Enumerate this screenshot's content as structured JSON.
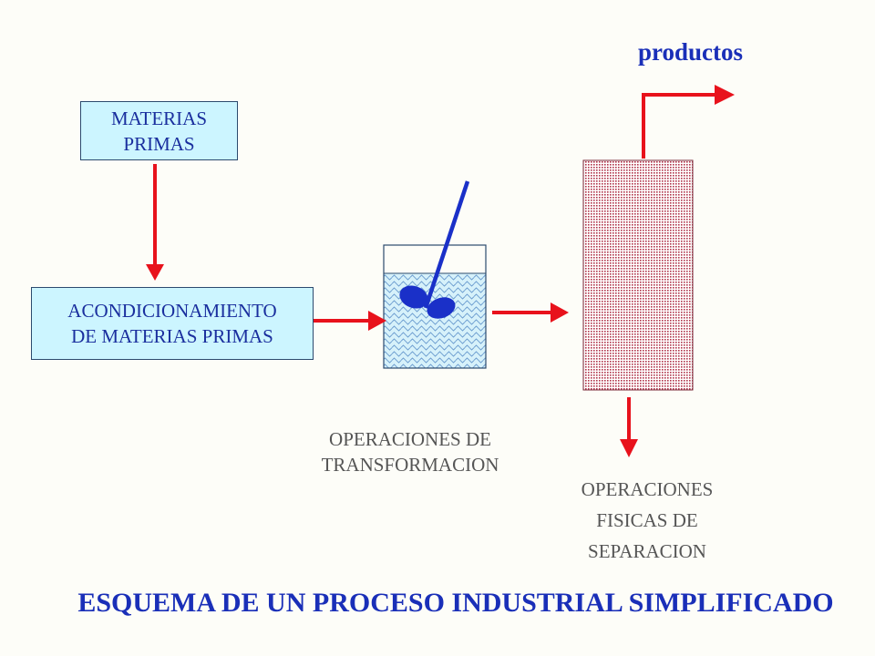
{
  "diagram": {
    "raw_materials_box": [
      "MATERIAS",
      "PRIMAS"
    ],
    "conditioning_box": [
      "ACONDICIONAMIENTO",
      "DE MATERIAS PRIMAS"
    ],
    "transformation_label": [
      "OPERACIONES DE",
      "TRANSFORMACION"
    ],
    "separation_label": [
      "OPERACIONES",
      "FISICAS DE",
      "SEPARACION"
    ],
    "products_label": "productos",
    "title": "ESQUEMA DE UN PROCESO INDUSTRIAL SIMPLIFICADO"
  },
  "colors": {
    "arrow": "#e8121c",
    "box_fill": "#ccf5ff",
    "text_blue": "#1a2fb8",
    "text_gray": "#555555",
    "column_dots": "#b0344a",
    "stirrer": "#1a30c8"
  }
}
